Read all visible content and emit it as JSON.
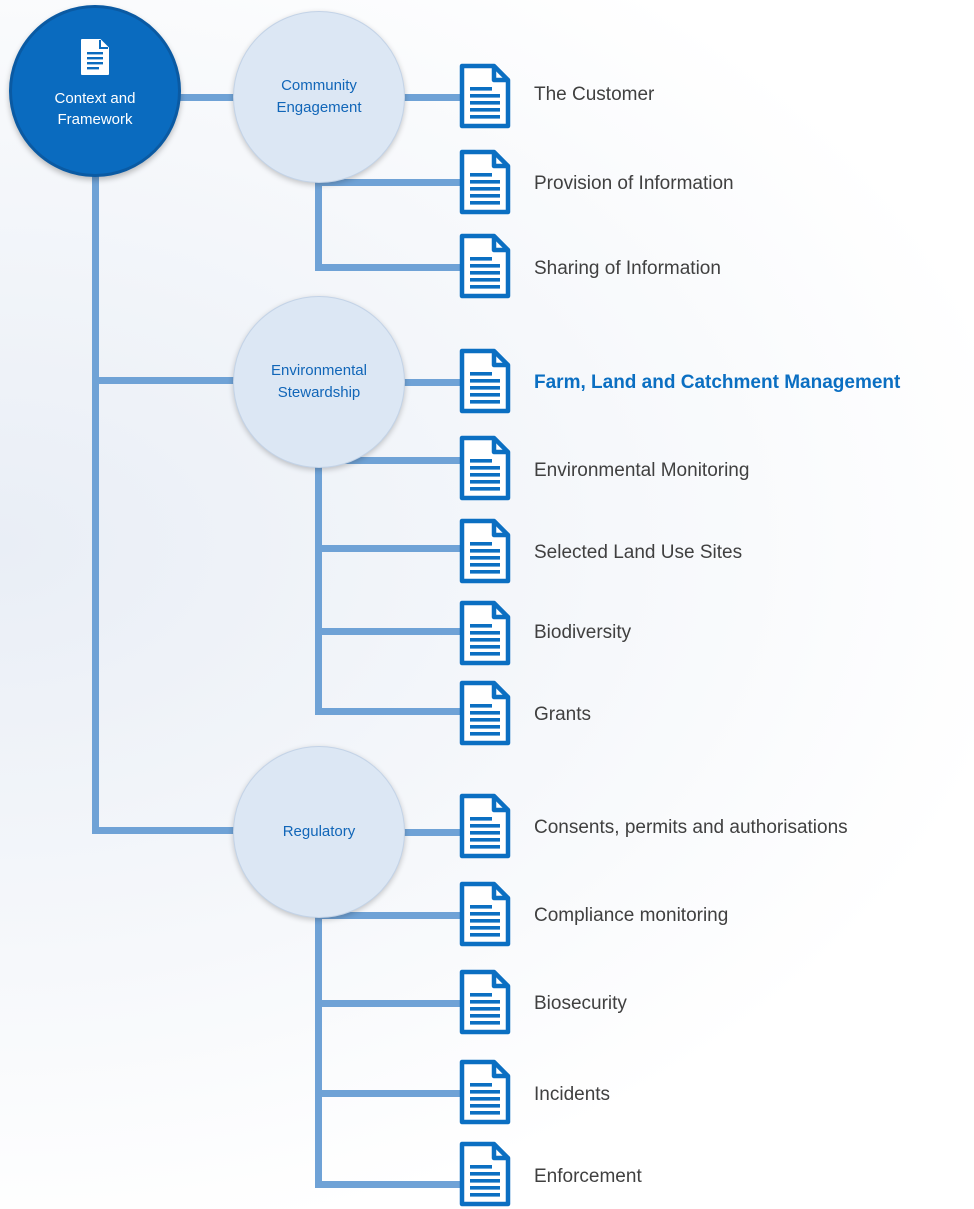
{
  "root": {
    "label": "Context and Framework",
    "icon": "document-icon"
  },
  "categories": [
    {
      "label": "Community Engagement",
      "items": [
        {
          "label": "The Customer"
        },
        {
          "label": "Provision of Information"
        },
        {
          "label": "Sharing of Information"
        }
      ]
    },
    {
      "label": "Environmental Stewardship",
      "items": [
        {
          "label": "Farm, Land and Catchment Management",
          "active": true
        },
        {
          "label": "Environmental Monitoring"
        },
        {
          "label": "Selected Land Use Sites"
        },
        {
          "label": "Biodiversity"
        },
        {
          "label": "Grants"
        }
      ]
    },
    {
      "label": "Regulatory",
      "items": [
        {
          "label": "Consents, permits and authorisations"
        },
        {
          "label": "Compliance monitoring"
        },
        {
          "label": "Biosecurity"
        },
        {
          "label": "Incidents"
        },
        {
          "label": "Enforcement"
        }
      ]
    }
  ],
  "colors": {
    "root_fill": "#0a6bbf",
    "category_fill": "#dce7f4",
    "connector": "#6fa2d6",
    "accent_text": "#0b6fc2",
    "item_text": "#404040",
    "doc_icon": "#0b6fc2"
  }
}
